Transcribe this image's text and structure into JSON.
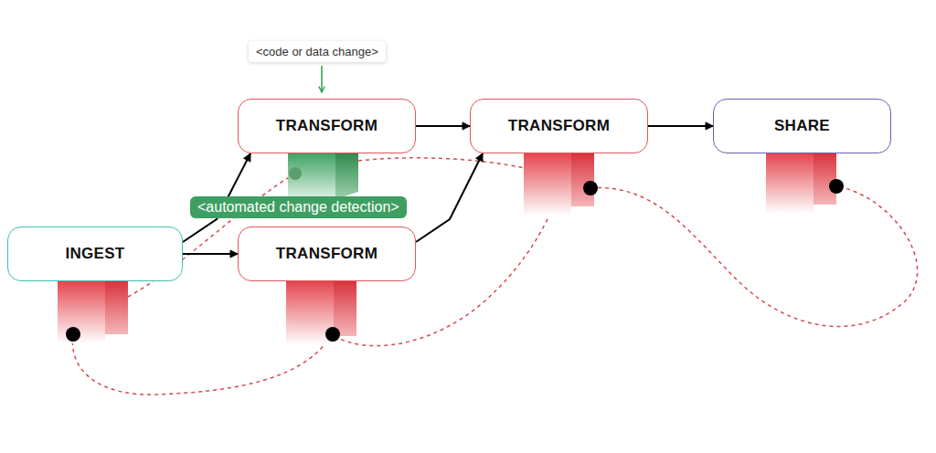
{
  "diagram": {
    "nodes": [
      {
        "text": [
          "INGEST"
        ]
      },
      {
        "text": [
          "TRANSFORM"
        ]
      },
      {
        "text": [
          "TRANSFORM"
        ]
      },
      {
        "text": [
          "TRANSFORM"
        ]
      },
      {
        "text": [
          "SHARE"
        ]
      }
    ],
    "edges": [
      {
        "from": 0,
        "to": 1,
        "arrow": "to"
      },
      {
        "from": 0,
        "to": 2,
        "arrow": "to"
      },
      {
        "from": 1,
        "to": 3,
        "arrow": "to"
      },
      {
        "from": 2,
        "to": 3,
        "arrow": "to"
      },
      {
        "from": 3,
        "to": 4,
        "arrow": "to"
      }
    ],
    "labels": [
      "<code or data change>",
      "<automated change detection>"
    ]
  }
}
